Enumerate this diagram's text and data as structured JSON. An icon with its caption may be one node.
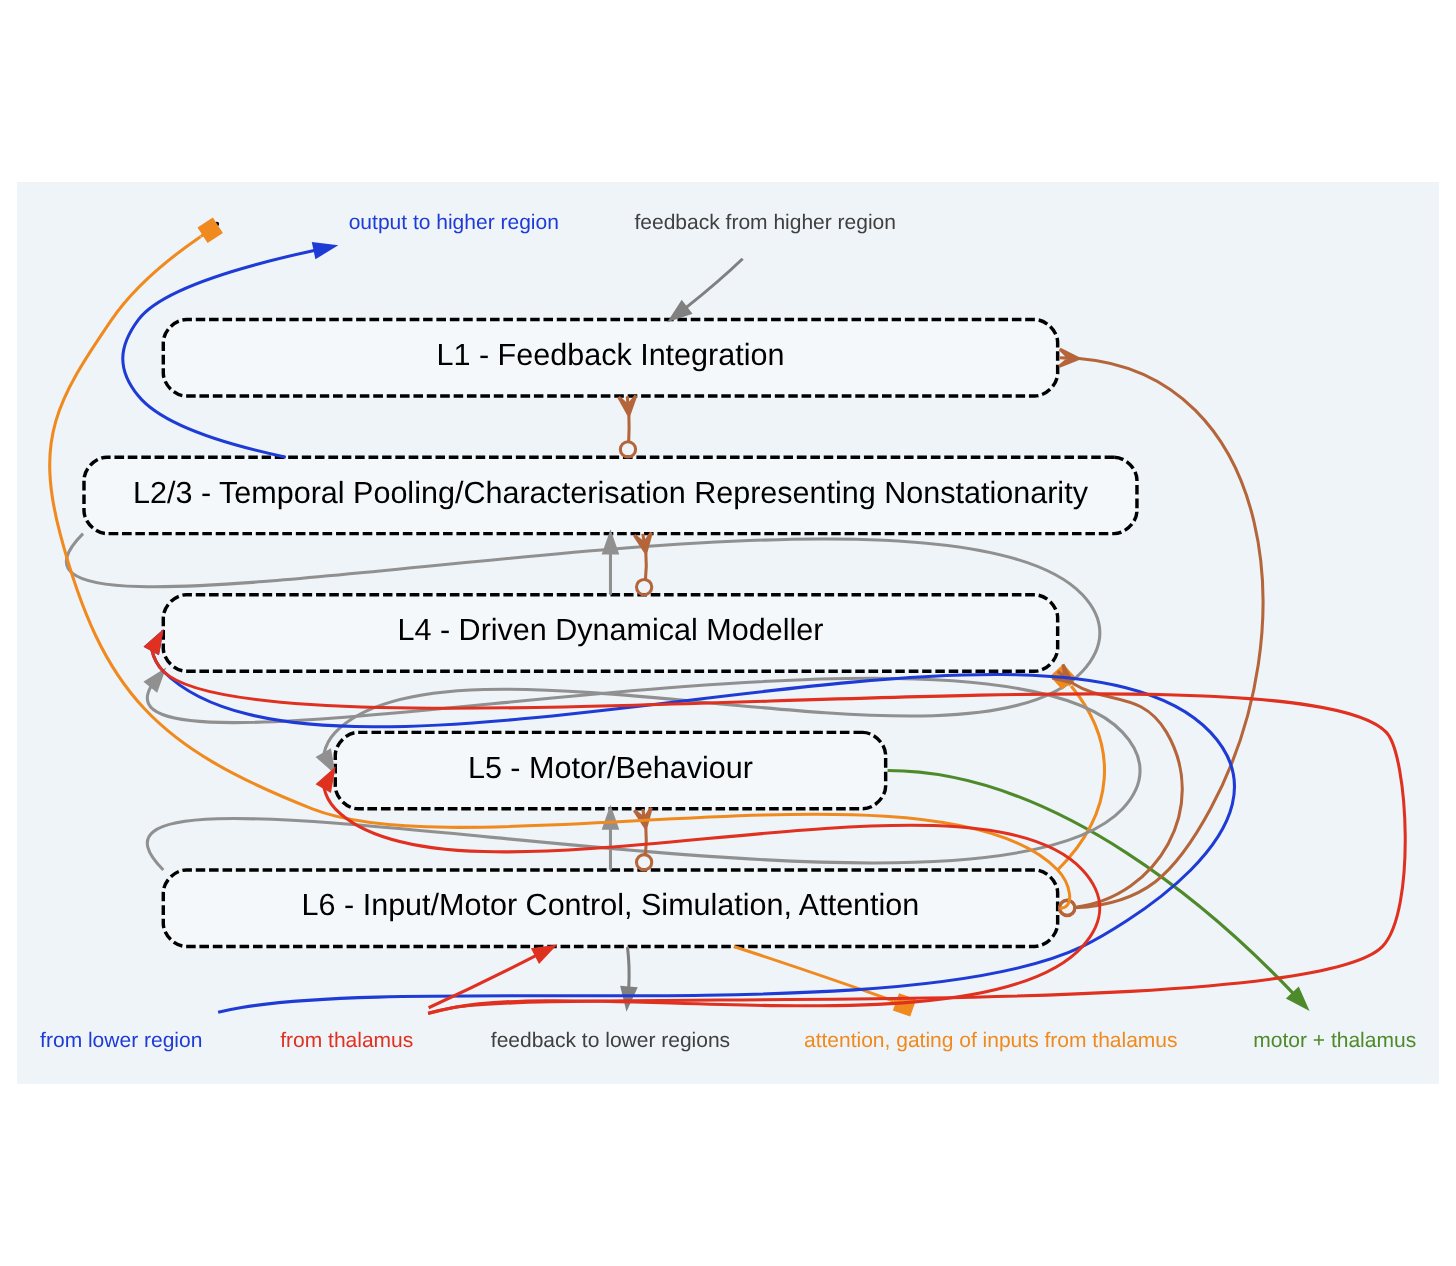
{
  "diagram": {
    "nodes": [
      {
        "text": [
          "L1 - Feedback Integration"
        ]
      },
      {
        "text": [
          "L2/3 - Temporal Pooling/Characterisation Representing Nonstationarity"
        ]
      },
      {
        "text": [
          "L4 - Driven Dynamical Modeller"
        ]
      },
      {
        "text": [
          "L5 - Motor/Behaviour"
        ]
      },
      {
        "text": [
          "L6 - Input/Motor Control, Simulation, Attention"
        ]
      },
      {
        "text": [
          "feedback from higher region"
        ]
      },
      {
        "text": [
          "output to higher region"
        ]
      },
      {
        "text": [
          "from lower region"
        ]
      },
      {
        "text": [
          "from thalamus"
        ]
      },
      {
        "text": [
          "feedback to lower regions"
        ]
      },
      {
        "text": [
          "attention, gating of inputs from thalamus"
        ]
      },
      {
        "text": [
          "motor + thalamus"
        ]
      }
    ],
    "edges": [
      {
        "from": 5,
        "to": 0,
        "arrow": "to",
        "color": "#808080"
      },
      {
        "from": 1,
        "to": 6,
        "arrow": "to",
        "color": "#1f3bd6"
      },
      {
        "from": 1,
        "to": 0,
        "arrow": "other",
        "color": "#b5653a"
      },
      {
        "from": 2,
        "to": 1,
        "arrow": "to",
        "color": "#909090"
      },
      {
        "from": 1,
        "to": 3,
        "arrow": "to",
        "color": "#909090"
      },
      {
        "from": 2,
        "to": 1,
        "arrow": "other",
        "color": "#b5653a"
      },
      {
        "from": 4,
        "to": 0,
        "arrow": "other",
        "color": "#b5653a"
      },
      {
        "from": 4,
        "to": 2,
        "arrow": "other",
        "color": "#f08a1e"
      },
      {
        "from": 7,
        "to": 2,
        "arrow": "to",
        "color": "#1f3bd6"
      },
      {
        "from": 8,
        "to": 2,
        "arrow": "to",
        "color": "#e03020"
      },
      {
        "from": 8,
        "to": 3,
        "arrow": "to",
        "color": "#e03020"
      },
      {
        "from": 8,
        "to": 4,
        "arrow": "to",
        "color": "#e03020"
      },
      {
        "from": 4,
        "to": 2,
        "arrow": "to",
        "color": "#909090"
      },
      {
        "from": 4,
        "to": 3,
        "arrow": "to",
        "color": "#909090"
      },
      {
        "from": 4,
        "to": 3,
        "arrow": "other",
        "color": "#b5653a"
      },
      {
        "from": 4,
        "to": 2,
        "arrow": "other",
        "color": "#b5653a"
      },
      {
        "from": 3,
        "to": 11,
        "arrow": "to",
        "color": "#4e8a2a"
      },
      {
        "from": 4,
        "to": null,
        "arrow": "other",
        "color": "#f08a1e"
      },
      {
        "from": 4,
        "to": 9,
        "arrow": "to",
        "color": "#808080"
      },
      {
        "from": 4,
        "to": 10,
        "arrow": "other",
        "color": "#f08a1e"
      }
    ]
  }
}
